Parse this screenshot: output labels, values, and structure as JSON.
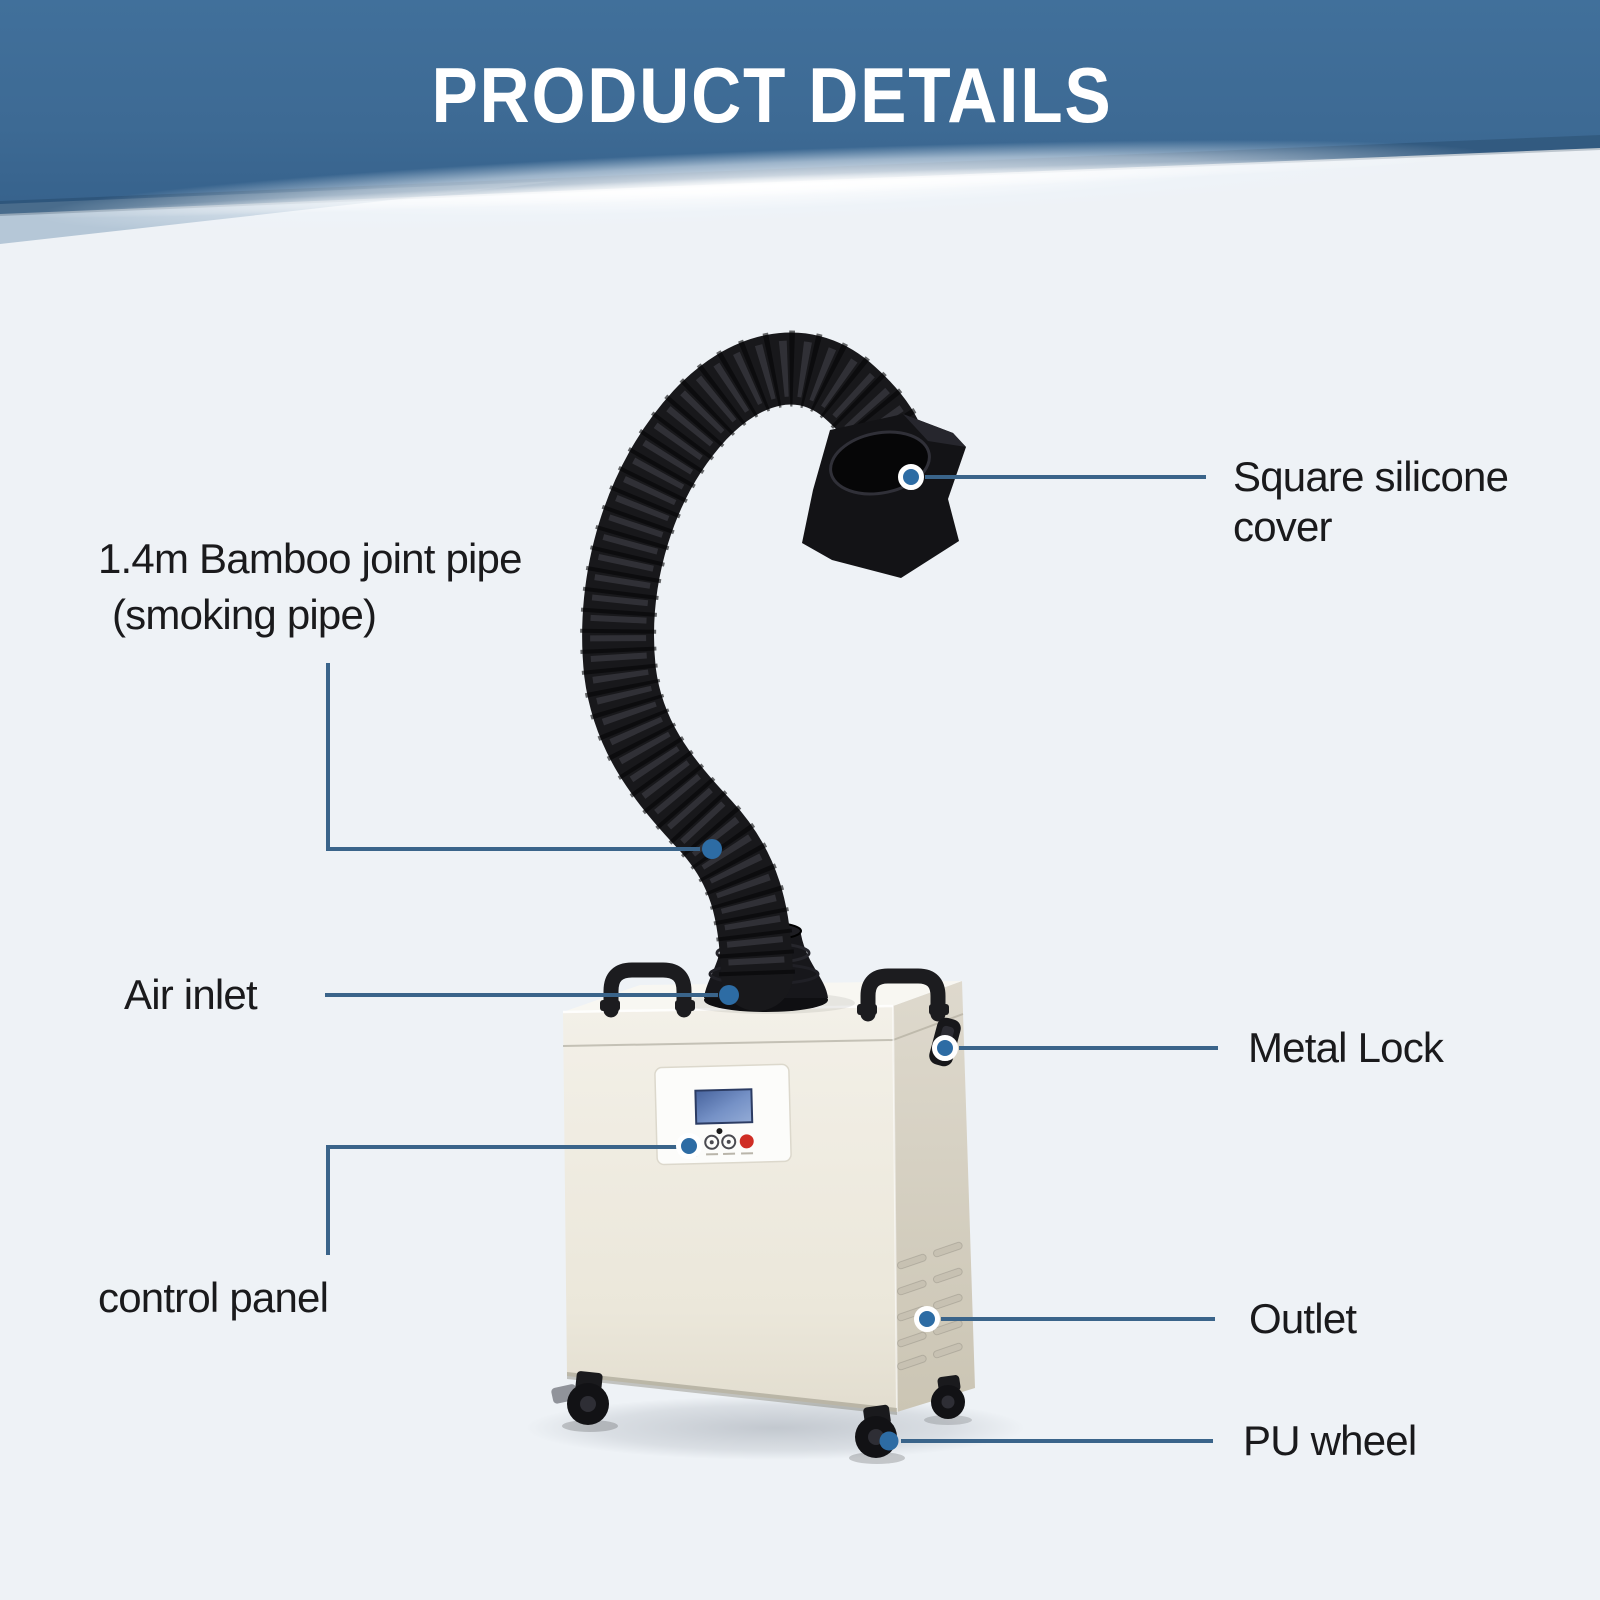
{
  "header": {
    "title": "PRODUCT DETAILS",
    "banner_color": "#3d6a94",
    "title_color": "#ffffff"
  },
  "style": {
    "page_background": "#eef2f6",
    "leader_line_color": "#3a648a",
    "callout_dot_color": "#2d6ca4",
    "label_text_color": "#1a1a1c",
    "cabinet_front_color": "#efece2",
    "cabinet_side_color": "#d6d1c3",
    "pipe_color": "#17171a",
    "lcd_color": "#5c7cb8",
    "power_button_color": "#cf2d24"
  },
  "callouts": {
    "square_silicone_cover": {
      "line1": "Square silicone",
      "line2": "cover"
    },
    "bamboo_pipe": {
      "line1": "1.4m Bamboo joint pipe",
      "line2": "(smoking pipe)"
    },
    "air_inlet": {
      "label": "Air inlet"
    },
    "metal_lock": {
      "label": "Metal Lock"
    },
    "control_panel": {
      "label": "control panel"
    },
    "outlet": {
      "label": "Outlet"
    },
    "pu_wheel": {
      "label": "PU wheel"
    }
  }
}
